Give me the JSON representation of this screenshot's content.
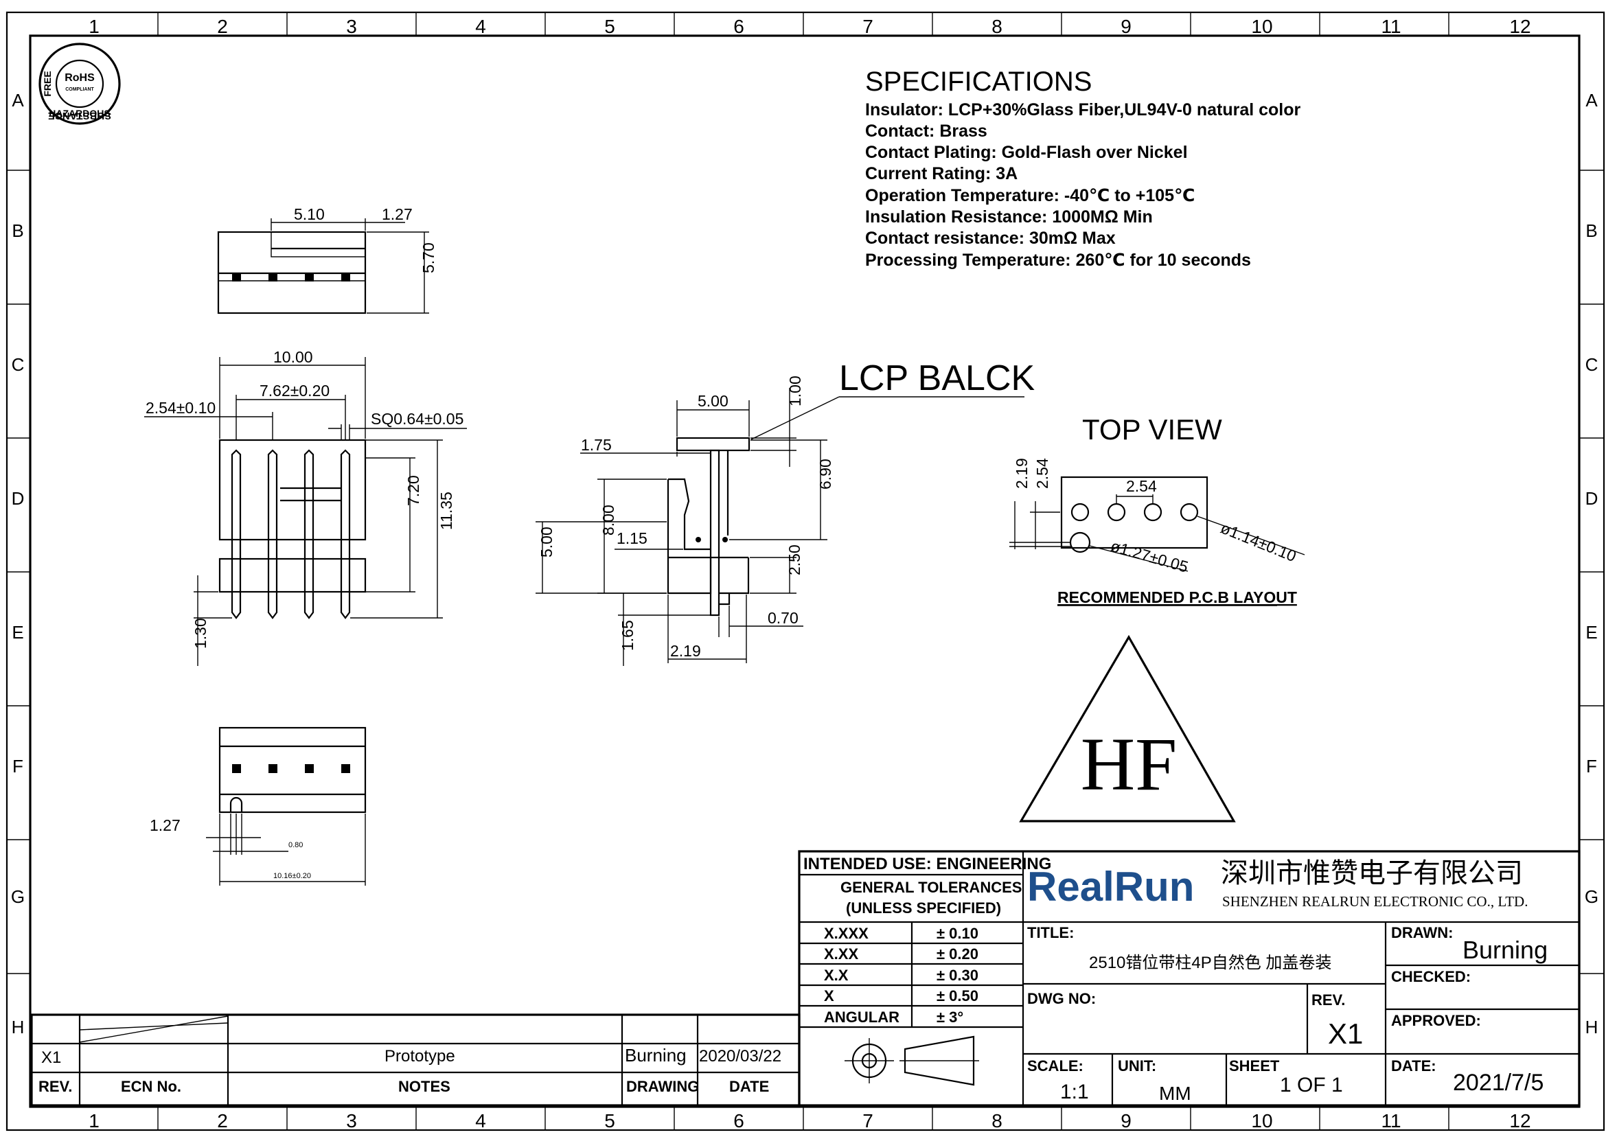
{
  "border": {
    "columns": [
      "1",
      "2",
      "3",
      "4",
      "5",
      "6",
      "7",
      "8",
      "9",
      "10",
      "11",
      "12"
    ],
    "rows": [
      "A",
      "B",
      "C",
      "D",
      "E",
      "F",
      "G",
      "H"
    ]
  },
  "badge": {
    "top": "SUBSTANCE",
    "middle": "RoHS",
    "small": "COMPLIANT",
    "left": "FREE",
    "bottom": "HAZARDOUS"
  },
  "specifications": {
    "title": "SPECIFICATIONS",
    "lines": [
      "Insulator: LCP+30%Glass Fiber,UL94V-0 natural  color",
      "Contact: Brass",
      "Contact Plating: Gold-Flash over Nickel",
      "Current Rating: 3A",
      "Operation Temperature: -40℃ to +105℃",
      "Insulation Resistance: 1000MΩ Min",
      "Contact resistance: 30mΩ Max",
      "Processing Temperature: 260℃ for 10 seconds"
    ]
  },
  "dims": {
    "front_top": [
      "5.10",
      "1.27",
      "5.70"
    ],
    "front_main": [
      "10.00",
      "7.62±0.20",
      "2.54±0.10",
      "SQ0.64±0.05",
      "7.20",
      "11.35",
      "1.30"
    ],
    "side": [
      "5.00",
      "1.00",
      "1.75",
      "6.90",
      "8.00",
      "1.15",
      "5.00",
      "2.50",
      "0.70",
      "1.65",
      "2.19"
    ],
    "bottom": [
      "1.27",
      "0.80",
      "10.16±0.20"
    ],
    "pcb": [
      "2.54",
      "2.19",
      "2.54",
      "ø1.14±0.10",
      "ø1.27±0.05"
    ]
  },
  "labels": {
    "material": "LCP  BALCK",
    "top_view": "TOP  VIEW",
    "pcb_layout": "RECOMMENDED P.C.B LAYOUT",
    "hf": "HF"
  },
  "title_block": {
    "intended_use": "INTENDED USE: ENGINEERING",
    "general_tol_1": "GENERAL TOLERANCES",
    "general_tol_2": "(UNLESS SPECIFIED)",
    "tolerances": [
      {
        "fmt": "X.XXX",
        "tol": "± 0.10"
      },
      {
        "fmt": "X.XX",
        "tol": "± 0.20"
      },
      {
        "fmt": "X.X",
        "tol": "± 0.30"
      },
      {
        "fmt": "X",
        "tol": "± 0.50"
      },
      {
        "fmt": "ANGULAR",
        "tol": "± 3°"
      }
    ],
    "brand": "RealRun",
    "company_cn": "深圳市惟赞电子有限公司",
    "company_en": "SHENZHEN REALRUN ELECTRONIC CO., LTD.",
    "title_label": "TITLE:",
    "title_value": "2510错位带柱4P自然色 加盖卷装",
    "dwg_label": "DWG NO:",
    "dwg_value": "",
    "rev_label": "REV.",
    "rev_value": "X1",
    "drawn_label": "DRAWN:",
    "drawn_value": "Burning",
    "checked_label": "CHECKED:",
    "approved_label": "APPROVED:",
    "scale_label": "SCALE:",
    "scale_value": "1:1",
    "unit_label": "UNIT:",
    "unit_value": "MM",
    "sheet_label": "SHEET",
    "sheet_value": "1  OF  1",
    "date_label": "DATE:",
    "date_value": "2021/7/5"
  },
  "revision_block": {
    "rev": "X1",
    "notes": "Prototype",
    "drawing": "Burning",
    "date": "2020/03/22",
    "headers": [
      "REV.",
      "ECN No.",
      "NOTES",
      "DRAWING",
      "DATE"
    ]
  }
}
